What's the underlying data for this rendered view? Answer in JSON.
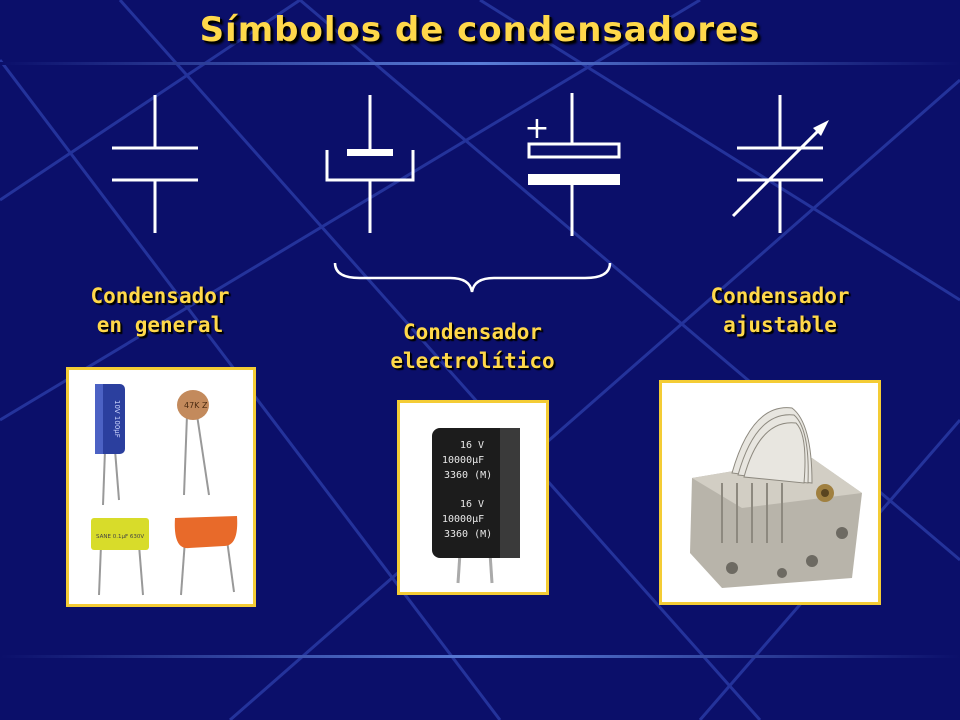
{
  "title": "Símbolos de condensadores",
  "symbols": {
    "plus_sign": "+"
  },
  "labels": {
    "general": {
      "line1": "Condensador",
      "line2": "en general"
    },
    "electrolytic": {
      "line1": "Condensador",
      "line2": "electrolítico"
    },
    "adjustable": {
      "line1": "Condensador",
      "line2": "ajustable"
    }
  },
  "photo_text": {
    "blue_cap": "10V 100μF",
    "ceramic_cap": "47K Z",
    "yellow_cap": "SANE 0.1μF 630V",
    "electrolytic_voltage": "16 V",
    "electrolytic_capacitance": "10000μF",
    "electrolytic_code": "3360 (M)"
  },
  "colors": {
    "background": "#0b0f6a",
    "accent_text": "#ffd84a",
    "photo_border": "#f4cc35",
    "symbol_stroke": "#ffffff"
  }
}
